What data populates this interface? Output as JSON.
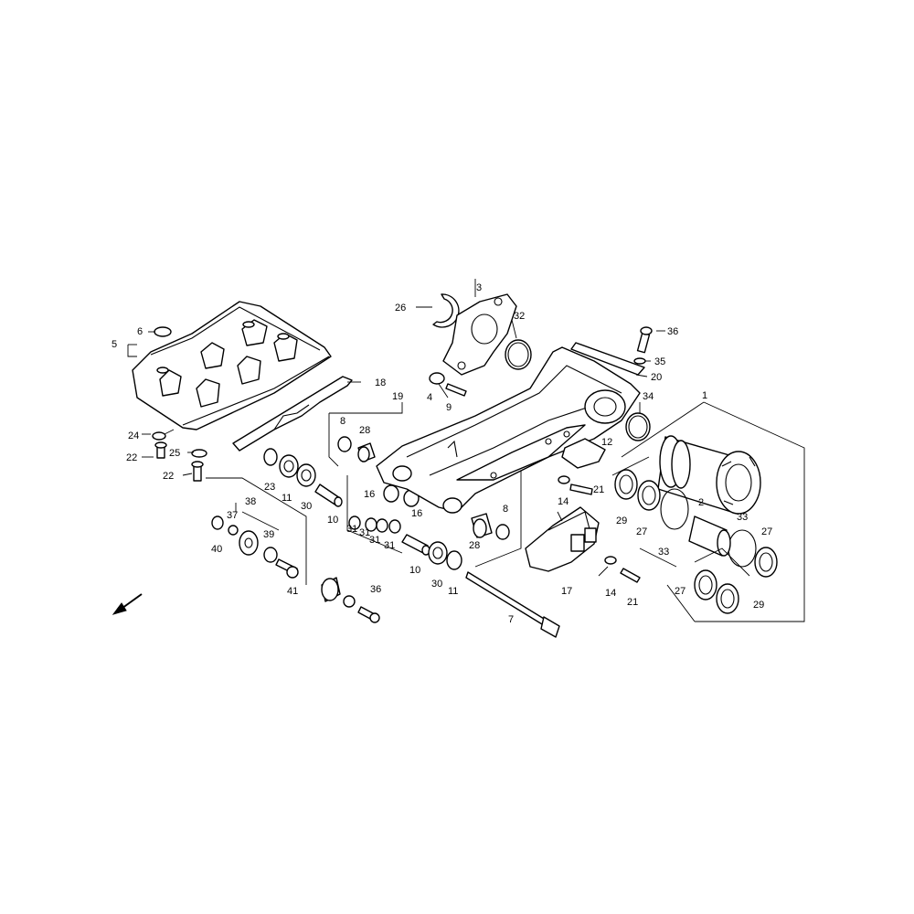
{
  "callouts": [
    {
      "id": "c1",
      "text": "1"
    },
    {
      "id": "c2",
      "text": "2"
    },
    {
      "id": "c3",
      "text": "3"
    },
    {
      "id": "c4",
      "text": "4"
    },
    {
      "id": "c5",
      "text": "5"
    },
    {
      "id": "c6",
      "text": "6"
    },
    {
      "id": "c7",
      "text": "7"
    },
    {
      "id": "c8a",
      "text": "8"
    },
    {
      "id": "c8b",
      "text": "8"
    },
    {
      "id": "c9",
      "text": "9"
    },
    {
      "id": "c10a",
      "text": "10"
    },
    {
      "id": "c10b",
      "text": "10"
    },
    {
      "id": "c11a",
      "text": "11"
    },
    {
      "id": "c11b",
      "text": "11"
    },
    {
      "id": "c12",
      "text": "12"
    },
    {
      "id": "c14a",
      "text": "14"
    },
    {
      "id": "c14b",
      "text": "14"
    },
    {
      "id": "c16a",
      "text": "16"
    },
    {
      "id": "c16b",
      "text": "16"
    },
    {
      "id": "c17",
      "text": "17"
    },
    {
      "id": "c18",
      "text": "18"
    },
    {
      "id": "c19",
      "text": "19"
    },
    {
      "id": "c20",
      "text": "20"
    },
    {
      "id": "c21a",
      "text": "21"
    },
    {
      "id": "c21b",
      "text": "21"
    },
    {
      "id": "c22a",
      "text": "22"
    },
    {
      "id": "c22b",
      "text": "22"
    },
    {
      "id": "c23",
      "text": "23"
    },
    {
      "id": "c24",
      "text": "24"
    },
    {
      "id": "c25",
      "text": "25"
    },
    {
      "id": "c26",
      "text": "26"
    },
    {
      "id": "c27a",
      "text": "27"
    },
    {
      "id": "c27b",
      "text": "27"
    },
    {
      "id": "c27c",
      "text": "27"
    },
    {
      "id": "c28a",
      "text": "28"
    },
    {
      "id": "c28b",
      "text": "28"
    },
    {
      "id": "c29a",
      "text": "29"
    },
    {
      "id": "c29b",
      "text": "29"
    },
    {
      "id": "c30a",
      "text": "30"
    },
    {
      "id": "c30b",
      "text": "30"
    },
    {
      "id": "c31a",
      "text": "31"
    },
    {
      "id": "c31b",
      "text": "31"
    },
    {
      "id": "c31c",
      "text": "31"
    },
    {
      "id": "c31d",
      "text": "31"
    },
    {
      "id": "c32",
      "text": "32"
    },
    {
      "id": "c33a",
      "text": "33"
    },
    {
      "id": "c33b",
      "text": "33"
    },
    {
      "id": "c34",
      "text": "34"
    },
    {
      "id": "c35",
      "text": "35"
    },
    {
      "id": "c36a",
      "text": "36"
    },
    {
      "id": "c36b",
      "text": "36"
    },
    {
      "id": "c37",
      "text": "37"
    },
    {
      "id": "c38",
      "text": "38"
    },
    {
      "id": "c39",
      "text": "39"
    },
    {
      "id": "c40",
      "text": "40"
    },
    {
      "id": "c41",
      "text": "41"
    }
  ],
  "icons": {
    "orientation_arrow": "front-direction-arrow-icon"
  },
  "colors": {
    "line": "#000000",
    "background": "#ffffff",
    "shade": "#d9d9d9"
  }
}
